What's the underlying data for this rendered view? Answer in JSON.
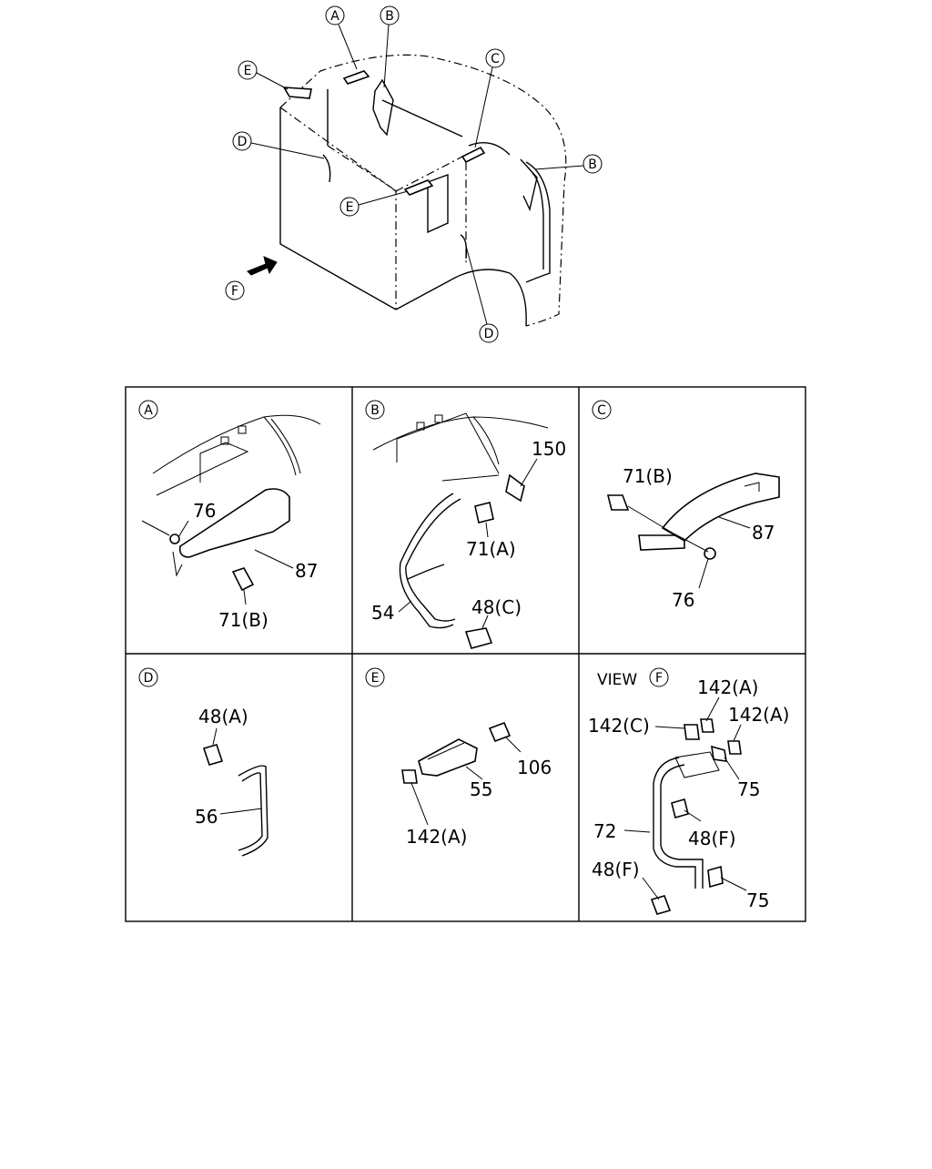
{
  "overview": {
    "callouts": [
      "A",
      "B",
      "C",
      "B",
      "E",
      "D",
      "E",
      "D",
      "F"
    ]
  },
  "panels": [
    {
      "id": "A",
      "labels": [
        "76",
        "87",
        "71(B)"
      ]
    },
    {
      "id": "B",
      "labels": [
        "150",
        "71(A)",
        "54",
        "48(C)"
      ]
    },
    {
      "id": "C",
      "labels": [
        "71(B)",
        "87",
        "76"
      ]
    },
    {
      "id": "D",
      "labels": [
        "48(A)",
        "56"
      ]
    },
    {
      "id": "E",
      "labels": [
        "106",
        "55",
        "142(A)"
      ]
    },
    {
      "id": "F",
      "title": "VIEW",
      "labels": [
        "142(A)",
        "142(C)",
        "142(A)",
        "75",
        "72",
        "48(F)",
        "48(F)",
        "75"
      ]
    }
  ]
}
